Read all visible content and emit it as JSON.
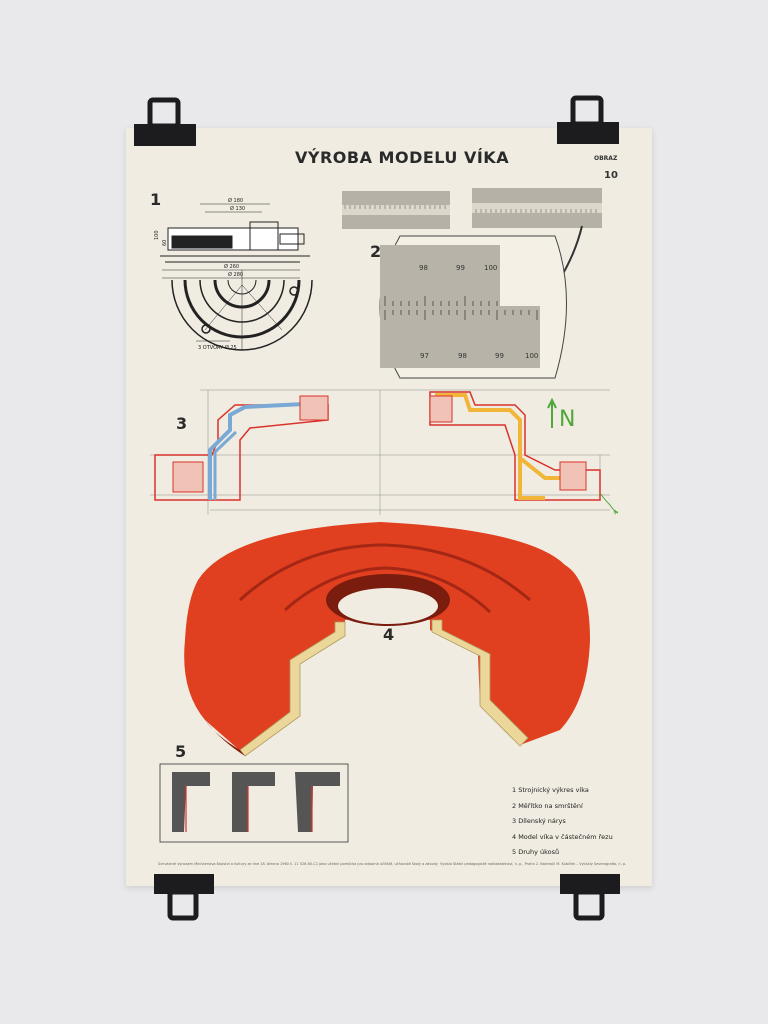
{
  "poster": {
    "title": "VÝROBA MODELU VÍKA",
    "label_obraz": "OBRAZ",
    "figure_number": "10",
    "part_numbers": [
      "1",
      "2",
      "3",
      "4",
      "5"
    ],
    "n_letter": "N",
    "legend": [
      "1  Strojnický výkres víka",
      "2  Měřítko na smrštění",
      "3  Dílenský nárys",
      "4  Model víka v částečném řezu",
      "5  Druhy úkosů"
    ],
    "footer_left": "Schválené výnosem Ministerstva školství a kultury ze dne 18. března 1960 č. 11 526-60-C1 jako učební pomůcka pro odborná učiliště, učňovské školy a závody",
    "footer_right": "Vydalo Státní pedagogické nakladatelství, n. p., Praha 2. Nakreslil M. Kubíček – Vytiskly Severografia, n. p."
  },
  "drawing1": {
    "dims": [
      "Ø 180",
      "Ø 130",
      "Ø 260",
      "Ø 280",
      "100",
      "60",
      "3 OTVORY Ø 25"
    ]
  },
  "scale": {
    "top_ticks": [
      "98",
      "99",
      "100"
    ],
    "bottom_ticks": [
      "97",
      "98",
      "99",
      "100"
    ]
  },
  "colors": {
    "paper": "#f1ece2",
    "model_red": "#e0401f",
    "wood": "#ecd79a",
    "red_line": "#d9322a",
    "blue_line": "#7aa9d6",
    "yellow_line": "#f1b53a",
    "green": "#4fa83a"
  }
}
